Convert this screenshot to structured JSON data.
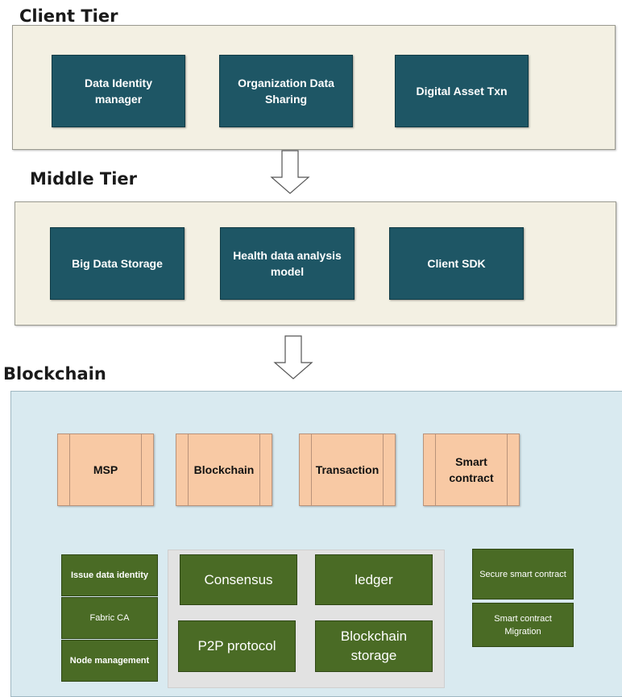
{
  "client_tier": {
    "title": "Client Tier",
    "boxes": [
      "Data Identity manager",
      "Organization Data Sharing",
      "Digital Asset Txn"
    ]
  },
  "middle_tier": {
    "title": "Middle Tier",
    "boxes": [
      "Big Data Storage",
      "Health data analysis model",
      "Client SDK"
    ]
  },
  "blockchain": {
    "title": "Blockchain",
    "components": [
      "MSP",
      "Blockchain",
      "Transaction",
      "Smart contract"
    ],
    "identity": [
      "Issue data identity",
      "Fabric CA",
      "Node management"
    ],
    "core": [
      "Consensus",
      "ledger",
      "P2P protocol",
      "Blockchain storage"
    ],
    "contract": [
      "Secure smart contract",
      "Smart contract Migration"
    ]
  },
  "colors": {
    "tier_panel": "#f3f0e3",
    "teal_box": "#1e5665",
    "blockchain_panel": "#d9eaf0",
    "orange_box": "#f8c9a4",
    "green_box": "#4a6b25"
  }
}
